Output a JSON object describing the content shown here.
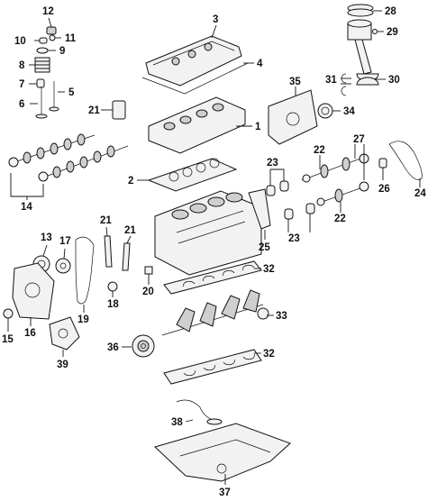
{
  "callouts": {
    "c1": "1",
    "c2": "2",
    "c3": "3",
    "c4": "4",
    "c5": "5",
    "c6": "6",
    "c7": "7",
    "c8": "8",
    "c9": "9",
    "c10": "10",
    "c11": "11",
    "c12": "12",
    "c13": "13",
    "c14": "14",
    "c15": "15",
    "c16": "16",
    "c17": "17",
    "c18": "18",
    "c19": "19",
    "c20": "20",
    "c21a": "21",
    "c21b": "21",
    "c21c": "21",
    "c22a": "22",
    "c22b": "22",
    "c23a": "23",
    "c23b": "23",
    "c24": "24",
    "c25": "25",
    "c26": "26",
    "c27": "27",
    "c28": "28",
    "c29": "29",
    "c30": "30",
    "c31": "31",
    "c32a": "32",
    "c32b": "32",
    "c33": "33",
    "c34": "34",
    "c35": "35",
    "c36": "36",
    "c37": "37",
    "c38": "38",
    "c39": "39"
  }
}
